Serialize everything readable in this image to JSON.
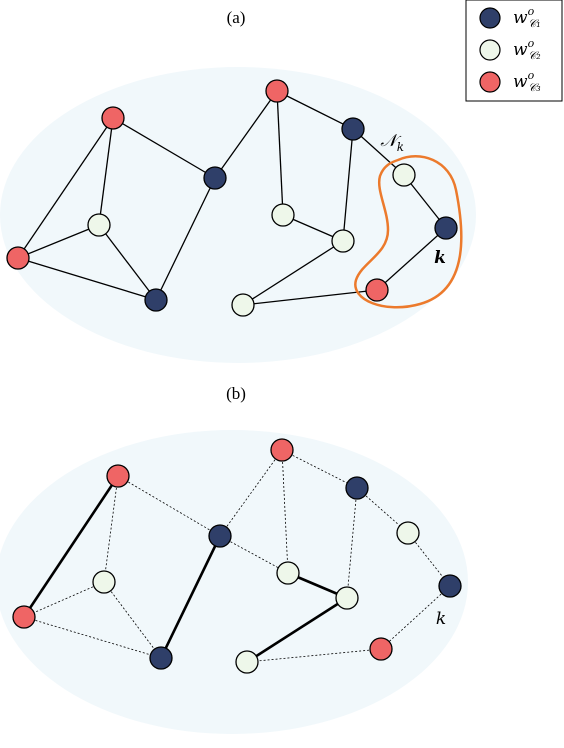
{
  "colors": {
    "background_blob": "#f1f8fb",
    "c1": "#2f3f69",
    "c2": "#eef7ea",
    "c3": "#ef6565",
    "edge": "#000000",
    "neighborhood": "#ec7a2c"
  },
  "legend": [
    {
      "key": "c1",
      "label": "w",
      "sup": "o",
      "sub": "𝒞₁"
    },
    {
      "key": "c2",
      "label": "w",
      "sup": "o",
      "sub": "𝒞₂"
    },
    {
      "key": "c3",
      "label": "w",
      "sup": "o",
      "sub": "𝒞₃"
    }
  ],
  "panels": [
    {
      "id": "a",
      "label": "(a)",
      "nodes": [
        {
          "id": "n1",
          "cls": "c3"
        },
        {
          "id": "n2",
          "cls": "c2"
        },
        {
          "id": "n3",
          "cls": "c3"
        },
        {
          "id": "n4",
          "cls": "c1"
        },
        {
          "id": "n5",
          "cls": "c1"
        },
        {
          "id": "n6",
          "cls": "c3"
        },
        {
          "id": "n7",
          "cls": "c2"
        },
        {
          "id": "n8",
          "cls": "c1"
        },
        {
          "id": "n9",
          "cls": "c2"
        },
        {
          "id": "n10",
          "cls": "c2"
        },
        {
          "id": "n11",
          "cls": "c1"
        },
        {
          "id": "n12",
          "cls": "c3"
        },
        {
          "id": "n13",
          "cls": "c2"
        }
      ],
      "edges": [
        [
          "n1",
          "n2",
          "solid"
        ],
        [
          "n1",
          "n3",
          "solid"
        ],
        [
          "n1",
          "n5",
          "solid"
        ],
        [
          "n2",
          "n3",
          "solid"
        ],
        [
          "n2",
          "n4",
          "solid"
        ],
        [
          "n3",
          "n4",
          "solid"
        ],
        [
          "n4",
          "n5",
          "solid"
        ],
        [
          "n5",
          "n6",
          "solid"
        ],
        [
          "n6",
          "n7",
          "solid"
        ],
        [
          "n6",
          "n8",
          "solid"
        ],
        [
          "n7",
          "n9",
          "solid"
        ],
        [
          "n8",
          "n9",
          "solid"
        ],
        [
          "n8",
          "n10",
          "solid"
        ],
        [
          "n10",
          "n11",
          "solid"
        ],
        [
          "n11",
          "n12",
          "solid"
        ],
        [
          "n12",
          "n13",
          "solid"
        ],
        [
          "n9",
          "n13",
          "solid"
        ]
      ],
      "annotations": {
        "k_label": "k",
        "neighborhood_label": "𝒩",
        "neighborhood_sub": "k"
      }
    },
    {
      "id": "b",
      "label": "(b)",
      "nodes": [
        {
          "id": "n1",
          "cls": "c3"
        },
        {
          "id": "n2",
          "cls": "c2"
        },
        {
          "id": "n3",
          "cls": "c3"
        },
        {
          "id": "n4",
          "cls": "c1"
        },
        {
          "id": "n5",
          "cls": "c1"
        },
        {
          "id": "n6",
          "cls": "c3"
        },
        {
          "id": "n7",
          "cls": "c2"
        },
        {
          "id": "n8",
          "cls": "c1"
        },
        {
          "id": "n9",
          "cls": "c2"
        },
        {
          "id": "n10",
          "cls": "c2"
        },
        {
          "id": "n11",
          "cls": "c1"
        },
        {
          "id": "n12",
          "cls": "c3"
        },
        {
          "id": "n13",
          "cls": "c2"
        }
      ],
      "edges": [
        [
          "n1",
          "n2",
          "dotted"
        ],
        [
          "n1",
          "n3",
          "bold"
        ],
        [
          "n1",
          "n5",
          "dotted"
        ],
        [
          "n2",
          "n3",
          "dotted"
        ],
        [
          "n2",
          "n4",
          "dotted"
        ],
        [
          "n3",
          "n4",
          "dotted"
        ],
        [
          "n4",
          "n5",
          "bold"
        ],
        [
          "n5",
          "n6",
          "dotted"
        ],
        [
          "n5",
          "n7",
          "dotted"
        ],
        [
          "n6",
          "n7",
          "dotted"
        ],
        [
          "n6",
          "n8",
          "dotted"
        ],
        [
          "n7",
          "n9",
          "bold"
        ],
        [
          "n8",
          "n9",
          "dotted"
        ],
        [
          "n8",
          "n10",
          "dotted"
        ],
        [
          "n10",
          "n11",
          "dotted"
        ],
        [
          "n11",
          "n12",
          "dotted"
        ],
        [
          "n12",
          "n13",
          "dotted"
        ],
        [
          "n9",
          "n13",
          "bold"
        ]
      ],
      "annotations": {
        "k_label": "k"
      }
    }
  ]
}
